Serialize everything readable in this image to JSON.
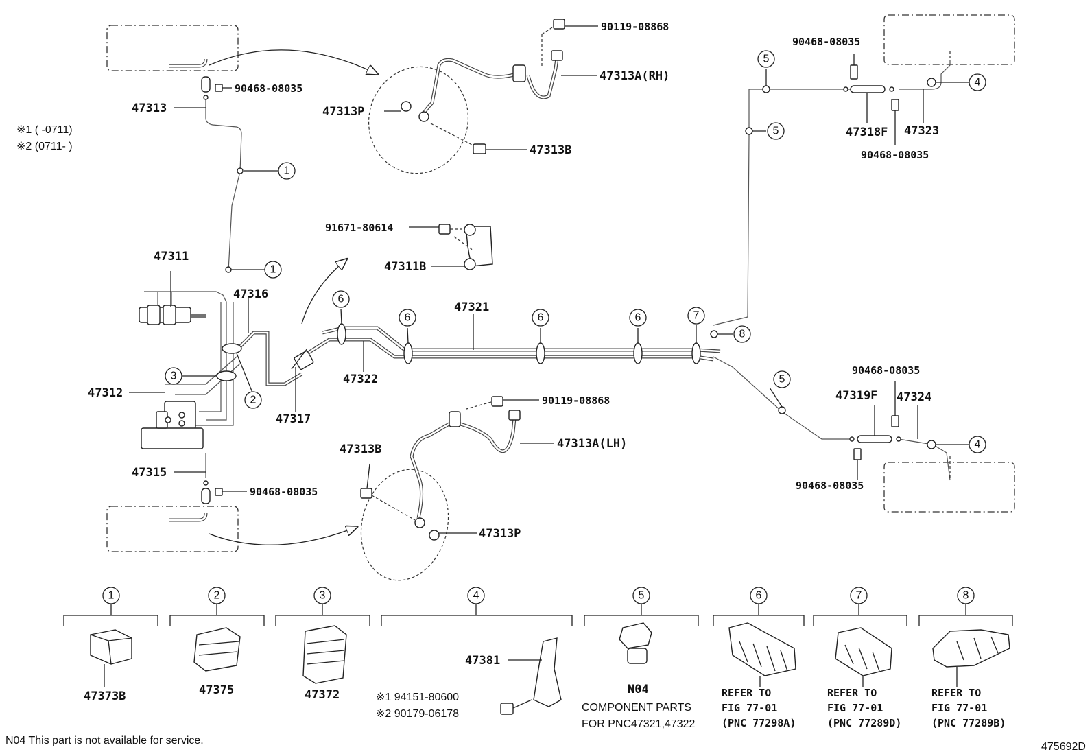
{
  "parts": {
    "p47313": "47313",
    "p90468_tl": "90468-08035",
    "p90119_top": "90119-08868",
    "p47313A_RH": "47313A(RH)",
    "p47313P_top": "47313P",
    "p47313B_top": "47313B",
    "p91671": "91671-80614",
    "p47311B": "47311B",
    "p47311": "47311",
    "p47316": "47316",
    "p47321": "47321",
    "p47322": "47322",
    "p47312": "47312",
    "p47317": "47317",
    "p47315": "47315",
    "p90468_bl": "90468-08035",
    "p90119_bot": "90119-08868",
    "p47313A_LH": "47313A(LH)",
    "p47313B_bot": "47313B",
    "p47313P_bot": "47313P",
    "p90468_tr": "90468-08035",
    "p47318F": "47318F",
    "p47323": "47323",
    "p90468_tr2": "90468-08035",
    "p90468_br1": "90468-08035",
    "p47319F": "47319F",
    "p47324": "47324",
    "p90468_br2": "90468-08035"
  },
  "notes": {
    "n1": "※1 (    -0711)",
    "n2": "※2 (0711-      )",
    "footer": "N04 This part is not available for service.",
    "figure_id": "475692D"
  },
  "callouts": {
    "c1": "1",
    "c2": "2",
    "c3": "3",
    "c4": "4",
    "c5": "5",
    "c6": "6",
    "c7": "7",
    "c8": "8"
  },
  "legend": {
    "l1_part": "47373B",
    "l2_part": "47375",
    "l3_part": "47372",
    "l4_part": "47381",
    "l4_opt1": "※1 94151-80600",
    "l4_opt2": "※2 90179-06178",
    "l5_part": "N04",
    "l5_desc1": "COMPONENT PARTS",
    "l5_desc2": "FOR PNC47321,47322",
    "l6_ref1": "REFER TO",
    "l6_ref2": "FIG 77-01",
    "l6_ref3": "(PNC 77298A)",
    "l7_ref1": "REFER TO",
    "l7_ref2": "FIG 77-01",
    "l7_ref3": "(PNC 77289D)",
    "l8_ref1": "REFER TO",
    "l8_ref2": "FIG 77-01",
    "l8_ref3": "(PNC 77289B)"
  }
}
